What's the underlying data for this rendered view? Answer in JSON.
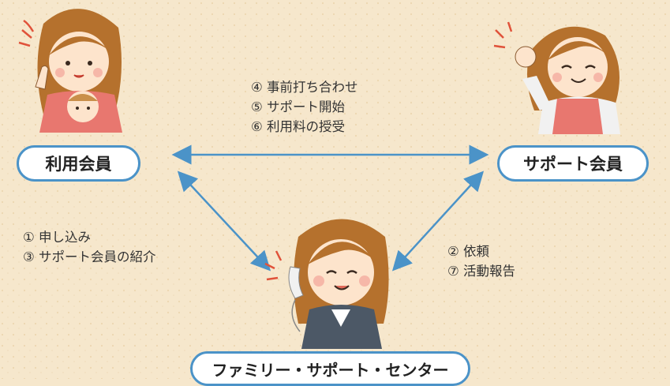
{
  "nodes": {
    "user_member": "利用会員",
    "support_member": "サポート会員",
    "center": "ファミリー・サポート・センター"
  },
  "steps_top": [
    "④ 事前打ち合わせ",
    "⑤ サポート開始",
    "⑥ 利用料の授受"
  ],
  "steps_left": [
    "① 申し込み",
    "③ サポート会員の紹介"
  ],
  "steps_right": [
    "② 依頼",
    "⑦ 活動報告"
  ],
  "colors": {
    "background": "#f6e7cc",
    "accent": "#4b93c8",
    "arrow": "#4b93c8"
  },
  "icons": [
    "mother-with-baby-illustration",
    "cheering-woman-illustration",
    "operator-with-phone-illustration"
  ]
}
